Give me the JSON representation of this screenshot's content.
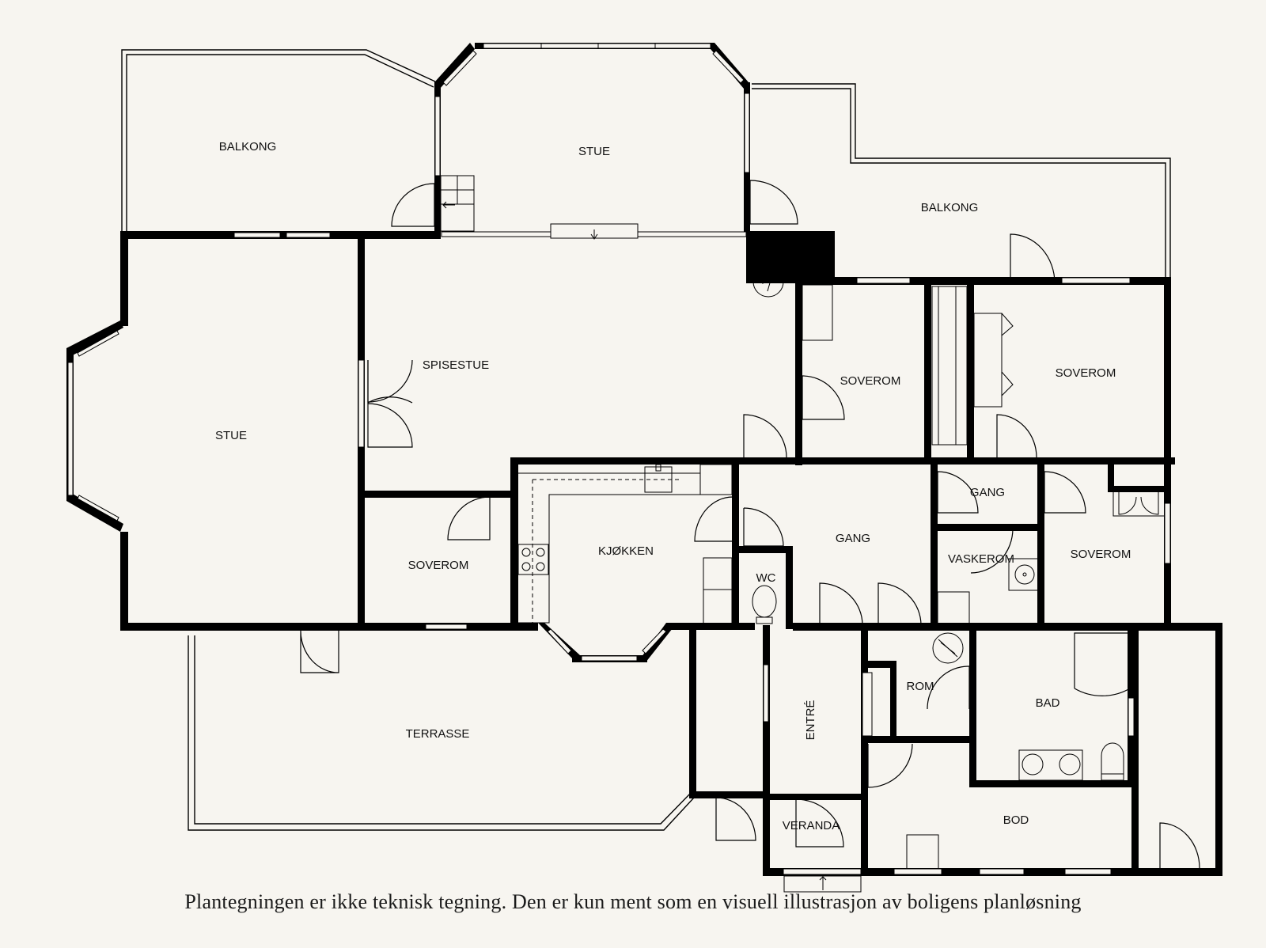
{
  "rooms": {
    "balkong_nw": "BALKONG",
    "stue_top": "STUE",
    "balkong_ne": "BALKONG",
    "spisestue": "SPISESTUE",
    "stue_main": "STUE",
    "soverom_1": "SOVEROM",
    "soverom_2": "SOVEROM",
    "soverom_3": "SOVEROM",
    "soverom_4": "SOVEROM",
    "kjokken": "KJØKKEN",
    "gang_1": "GANG",
    "gang_2": "GANG",
    "vaskerom": "VASKEROM",
    "wc": "WC",
    "rom": "ROM",
    "bad": "BAD",
    "entre": "ENTRÉ",
    "terrasse": "TERRASSE",
    "veranda": "VERANDA",
    "bod": "BOD"
  },
  "disclaimer": "Plantegningen er ikke teknisk tegning. Den er kun ment som en visuell illustrasjon av boligens planløsning"
}
